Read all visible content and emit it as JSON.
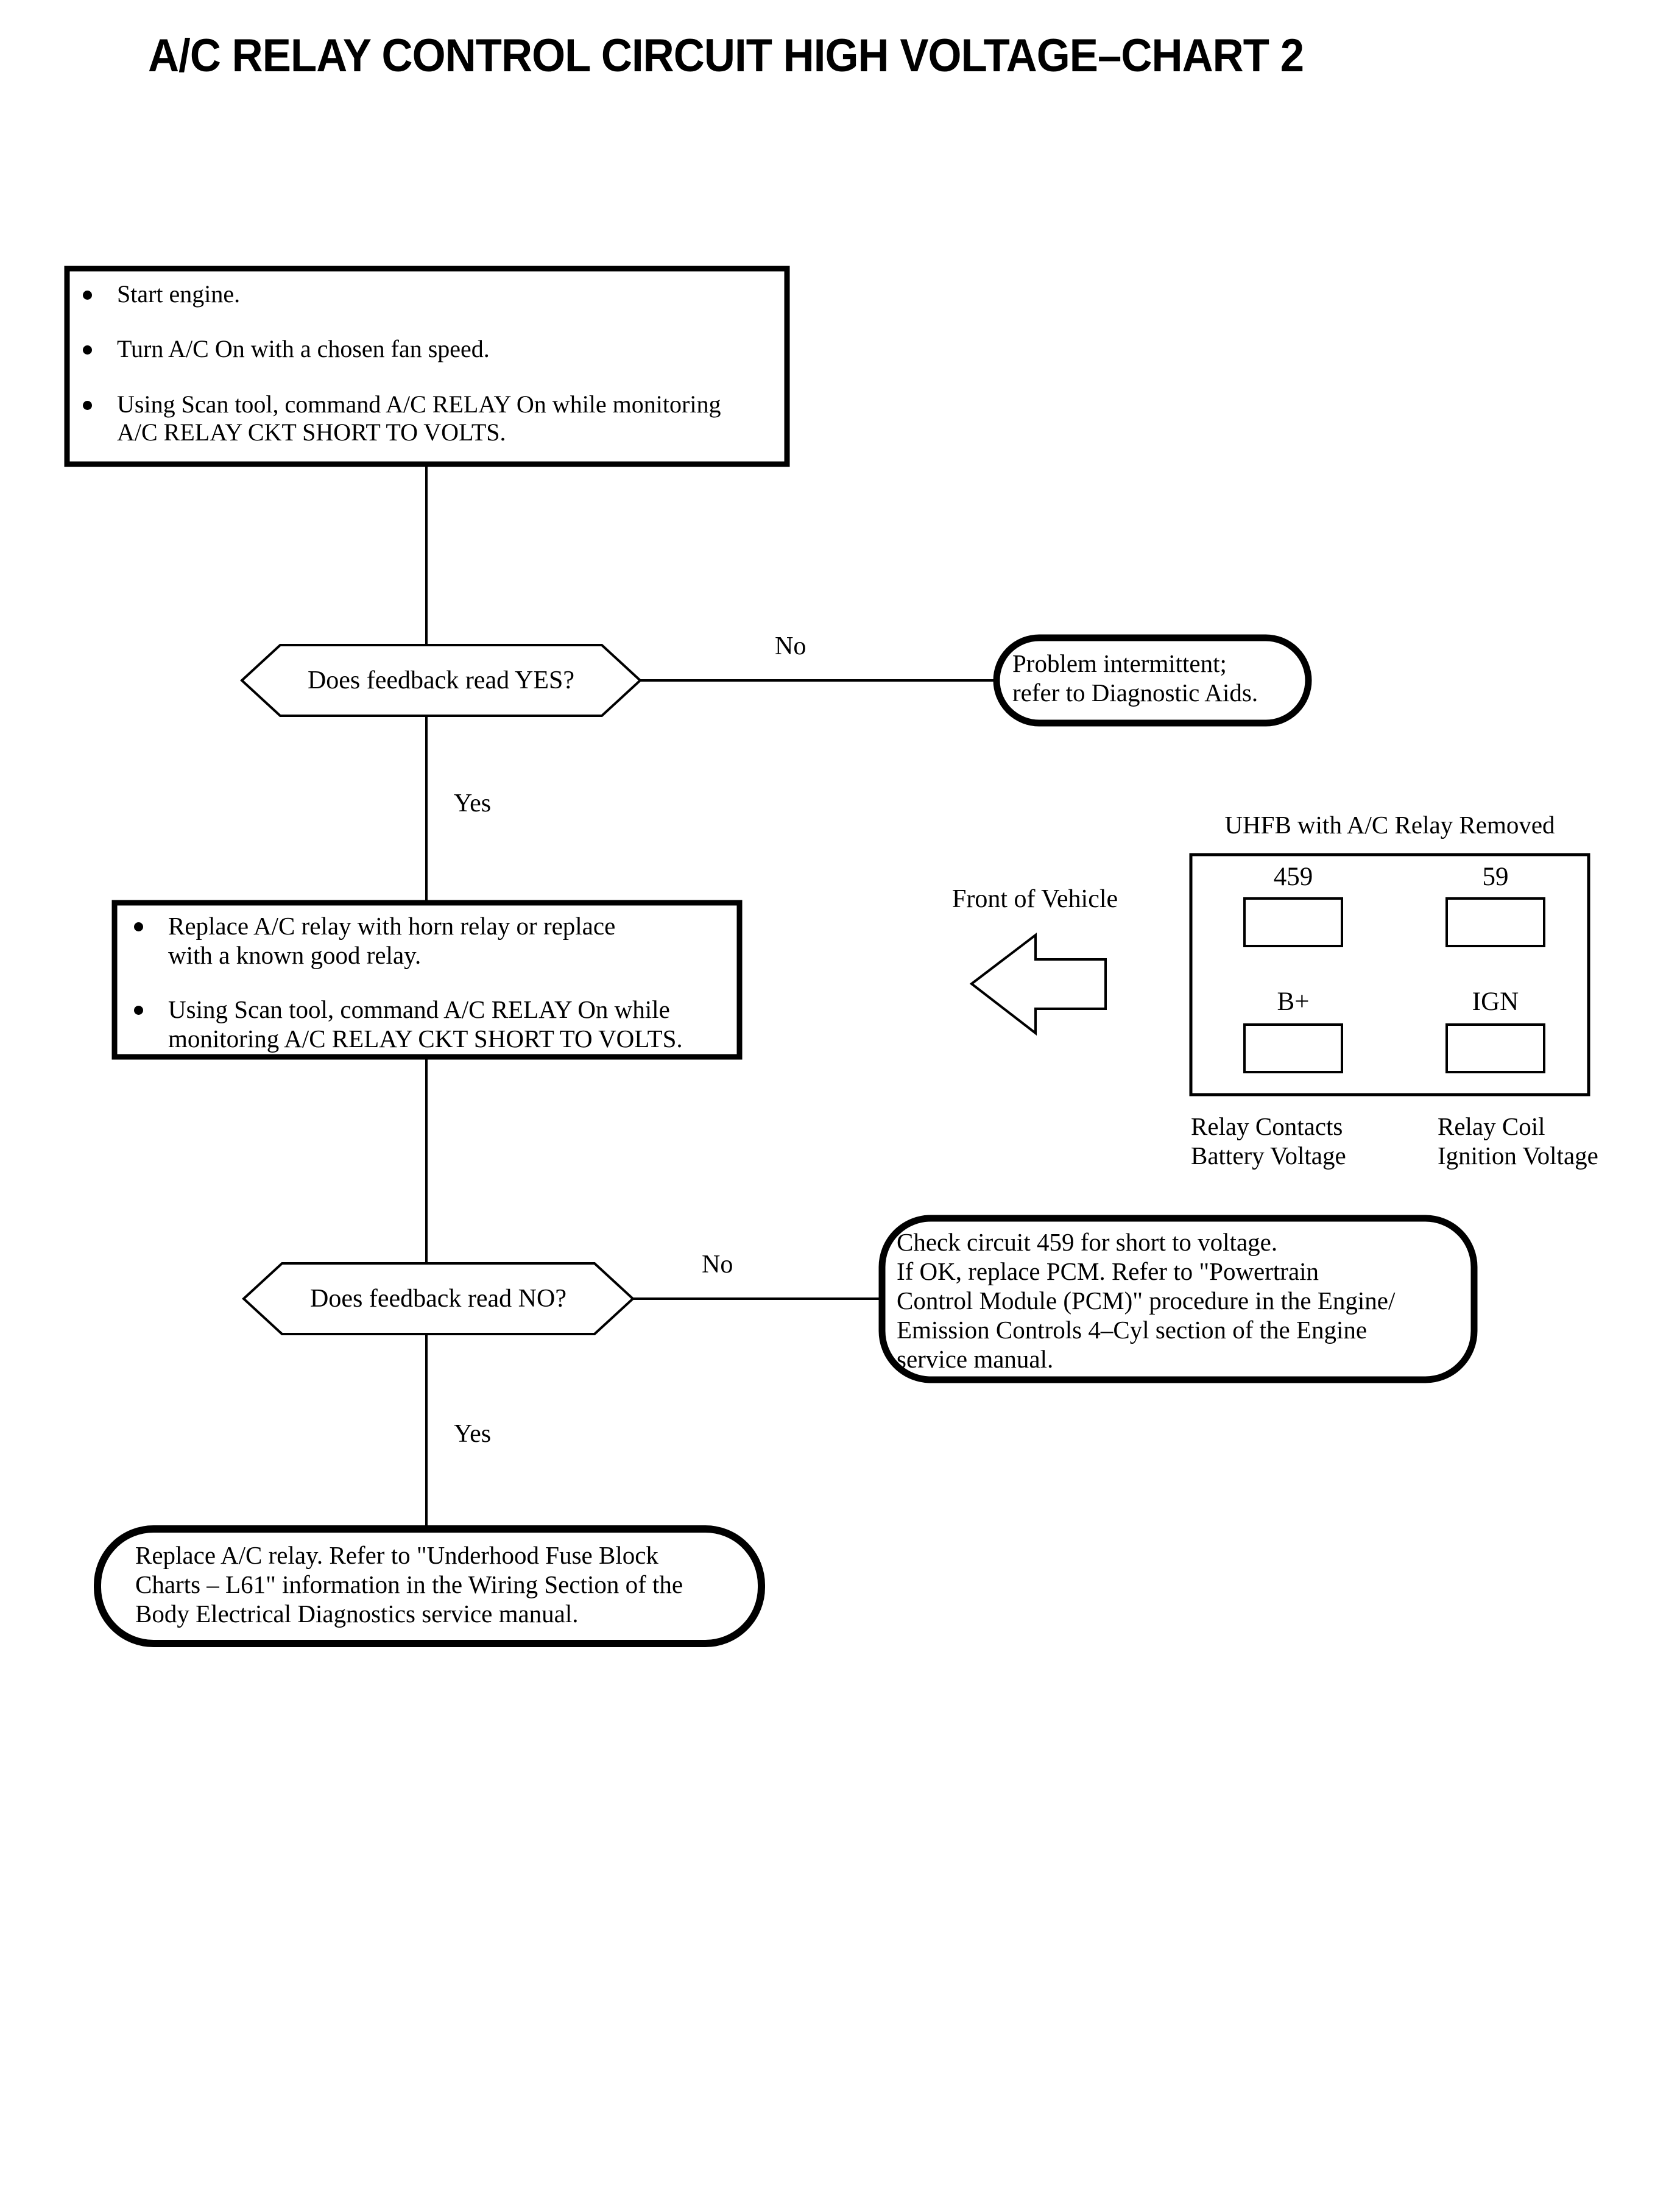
{
  "document": {
    "title": "A/C RELAY CONTROL CIRCUIT HIGH VOLTAGE–CHART 2"
  },
  "flowchart": {
    "type": "flowchart",
    "nodes": [
      {
        "id": "step1",
        "shape": "process-box",
        "bullets": [
          "Start engine.",
          "Turn A/C On with a chosen fan speed.",
          "Using Scan tool, command A/C RELAY On while monitoring A/C RELAY CKT SHORT TO VOLTS."
        ],
        "bullet1": "Start engine.",
        "bullet2": "Turn A/C On with a chosen fan speed.",
        "bullet3_line1": "Using Scan tool, command A/C RELAY On while monitoring",
        "bullet3_line2": "A/C RELAY CKT SHORT TO VOLTS."
      },
      {
        "id": "decision1",
        "shape": "hexagon",
        "label": "Does feedback read YES?"
      },
      {
        "id": "terminator1",
        "shape": "rounded-box",
        "line1": "Problem intermittent;",
        "line2": "refer to Diagnostic Aids."
      },
      {
        "id": "step2",
        "shape": "process-box",
        "bullet1_line1": "Replace A/C relay with horn relay or replace",
        "bullet1_line2": "with a known good relay.",
        "bullet2_line1": "Using Scan tool, command A/C RELAY On while",
        "bullet2_line2": "monitoring A/C RELAY CKT SHORT TO VOLTS."
      },
      {
        "id": "decision2",
        "shape": "hexagon",
        "label": "Does feedback read NO?"
      },
      {
        "id": "terminator2",
        "shape": "rounded-box",
        "line1": "Check circuit 459 for short to voltage.",
        "line2": "If OK, replace PCM. Refer to \"Powertrain",
        "line3": "Control Module (PCM)\" procedure in the Engine/",
        "line4": "Emission Controls 4–Cyl section of the Engine",
        "line5": "service manual."
      },
      {
        "id": "terminator3",
        "shape": "rounded-box",
        "line1": "Replace A/C relay. Refer to \"Underhood Fuse Block",
        "line2": "Charts – L61\" information in the Wiring Section of the",
        "line3": "Body Electrical Diagnostics service manual."
      }
    ],
    "edge_labels": {
      "no_1": "No",
      "yes_1": "Yes",
      "no_2": "No",
      "yes_2": "Yes"
    }
  },
  "diagram": {
    "front_of_vehicle_label": "Front of Vehicle",
    "uhfb_caption": "UHFB with A/C Relay Removed",
    "terminals": [
      {
        "label": "459"
      },
      {
        "label": "59"
      },
      {
        "label": "B+"
      },
      {
        "label": "IGN"
      }
    ],
    "terminal_459": "459",
    "terminal_59": "59",
    "terminal_bplus": "B+",
    "terminal_ign": "IGN",
    "footnotes": {
      "left_line1": "Relay Contacts",
      "left_line2": "Battery Voltage",
      "right_line1": "Relay Coil",
      "right_line2": "Ignition Voltage"
    }
  },
  "colors": {
    "ink": "#000000",
    "paper": "#ffffff"
  }
}
